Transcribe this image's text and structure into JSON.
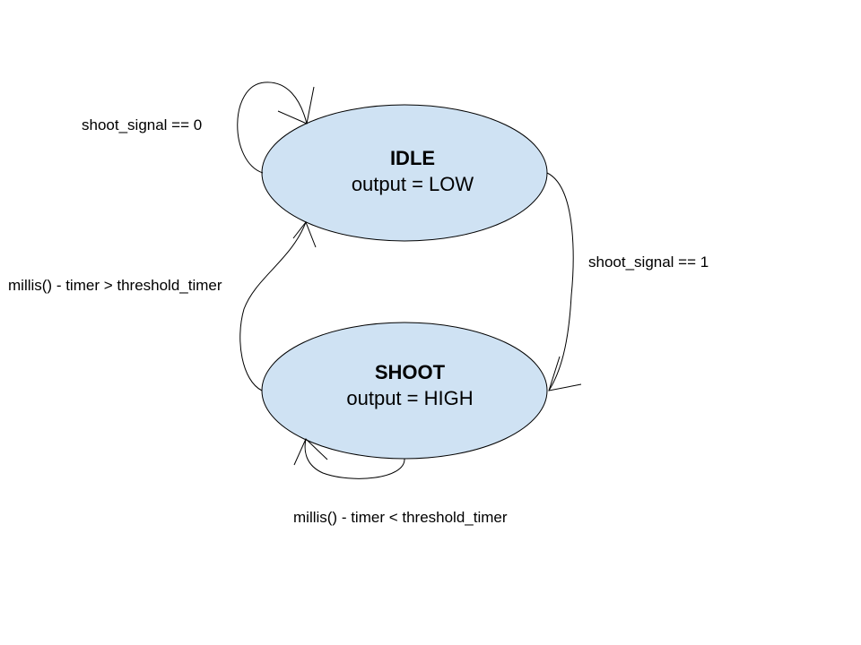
{
  "colors": {
    "state_fill": "#cfe2f3",
    "stroke": "#000000",
    "background": "#ffffff"
  },
  "states": {
    "idle": {
      "title": "IDLE",
      "output": "output = LOW"
    },
    "shoot": {
      "title": "SHOOT",
      "output": "output = HIGH"
    }
  },
  "transitions": {
    "idle_self": "shoot_signal == 0",
    "idle_to_shoot": "shoot_signal == 1",
    "shoot_to_idle": "millis() - timer > threshold_timer",
    "shoot_self": "millis() - timer < threshold_timer"
  }
}
